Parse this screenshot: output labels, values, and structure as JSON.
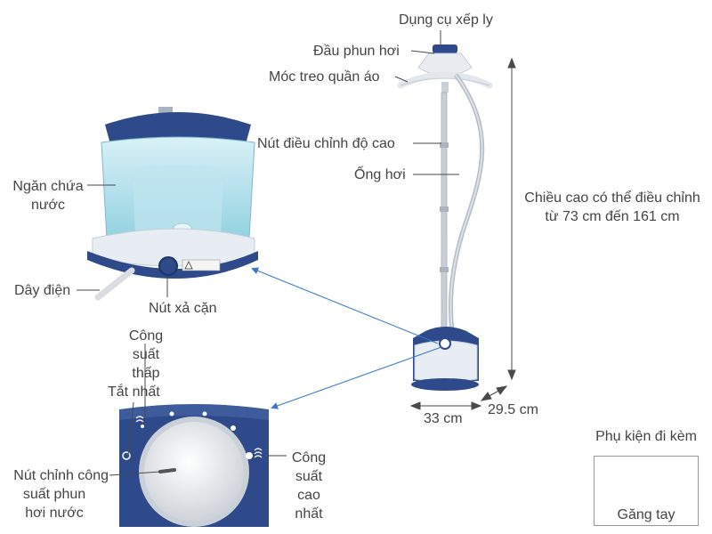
{
  "labels": {
    "pleat_tool": "Dụng cụ xếp ly",
    "steam_head": "Đầu phun hơi",
    "hanger": "Móc treo quần áo",
    "height_knob": "Nút điều chỉnh độ cao",
    "steam_hose": "Ống hơi",
    "height_range_1": "Chiều cao có thể điều chỉnh",
    "height_range_2": "từ 73 cm đến 161 cm",
    "tank_1": "Ngăn chứa",
    "tank_2": "nước",
    "cord": "Dây điện",
    "drain": "Nút xả cặn",
    "low_1": "Công",
    "low_2": "suất",
    "low_3": "thấp",
    "off": "Tắt nhất",
    "high_1": "Công",
    "high_2": "suất",
    "high_3": "cao",
    "high_4": "nhất",
    "dial_1": "Nút chỉnh công",
    "dial_2": "suất phun",
    "dial_3": "hơi nước",
    "width": "33 cm",
    "depth": "29.5 cm"
  },
  "accessory": {
    "title": "Phụ kiện đi kèm",
    "item": "Găng tay"
  },
  "colors": {
    "navy": "#2e4a8a",
    "pointer": "#3a78c8",
    "water": "#a7dbe8",
    "base_white": "#e8edf3"
  }
}
